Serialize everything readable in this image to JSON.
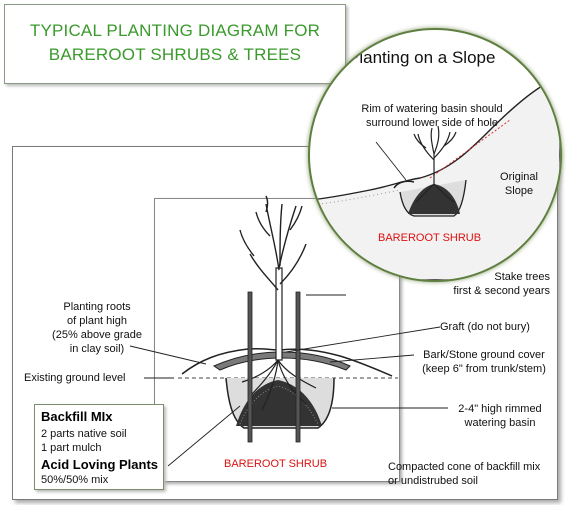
{
  "title": {
    "line1": "TYPICAL PLANTING DIAGRAM FOR",
    "line2": "BAREROOT SHRUBS & TREES"
  },
  "slope_inset": {
    "title": "Planting on a Slope",
    "rim_note_line1": "Rim of watering basin should",
    "rim_note_line2": "surround lower side of hole",
    "original_slope_line1": "Original",
    "original_slope_line2": "Slope",
    "caption": "BAREROOT SHRUB"
  },
  "main": {
    "caption": "BAREROOT SHRUB",
    "labels": {
      "planting_roots": [
        "Planting roots",
        "of plant high",
        "(25% above grade",
        "in clay soil)"
      ],
      "existing_ground": "Existing ground level",
      "stake_trees": [
        "Stake trees",
        "first & second  years"
      ],
      "graft": "Graft (do not bury)",
      "bark_cover": [
        "Bark/Stone ground cover",
        "(keep 6\" from trunk/stem)"
      ],
      "watering_basin": [
        "2-4\" high rimmed",
        "watering basin"
      ],
      "compacted_cone": [
        "Compacted cone of backfill mix",
        "or undistrubed soil"
      ]
    }
  },
  "backfill": {
    "heading": "Backfill MIx",
    "line1": "2 parts native soil",
    "line2": "1 part mulch",
    "acid_heading": "Acid Loving Plants",
    "acid_line": "50%/50% mix"
  },
  "colors": {
    "title_green": "#3a9a2c",
    "caption_red": "#dd1111",
    "circle_border": "#5f7f40"
  }
}
